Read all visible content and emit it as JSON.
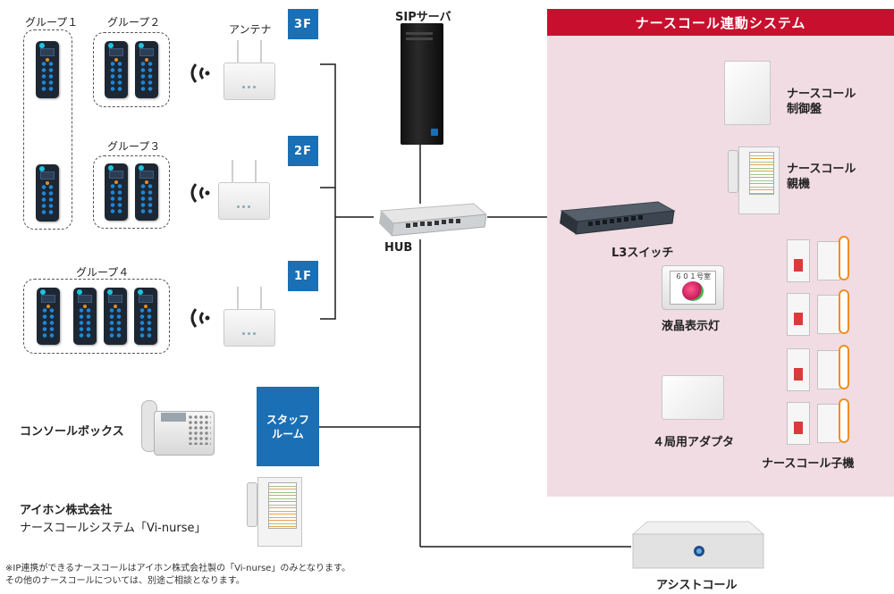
{
  "groups": {
    "g1": "グループ１",
    "g2": "グループ２",
    "g3": "グループ３",
    "g4": "グループ４"
  },
  "antenna_label": "アンテナ",
  "floors": {
    "f3": "3F",
    "f2": "2F",
    "f1": "1F"
  },
  "sip_server": "SIPサーバ",
  "hub": "HUB",
  "l3_switch": "L3スイッチ",
  "nurse_system": {
    "title": "ナースコール連動システム",
    "control_panel": [
      "ナースコール",
      "制御盤"
    ],
    "master_unit": [
      "ナースコール",
      "親機"
    ],
    "lcd_light": "液晶表示灯",
    "lcd_text": "６０１号室",
    "adapter": "４局用アダプタ",
    "child_unit": "ナースコール子機"
  },
  "console_box": "コンソールボックス",
  "staff_room": [
    "スタッフ",
    "ルーム"
  ],
  "aiphone": {
    "company": "アイホン株式会社",
    "product": "ナースコールシステム「Vi-nurse」"
  },
  "assist_call": "アシストコール",
  "notes": [
    "※IP連携ができるナースコールはアイホン株式会社製の「Vi-nurse」のみとなります。",
    "その他のナースコールについては、別途ご相談となります。"
  ],
  "colors": {
    "floor_blue": "#1a6fb5",
    "title_red": "#c8102e",
    "panel_pink": "#f1dce3"
  }
}
